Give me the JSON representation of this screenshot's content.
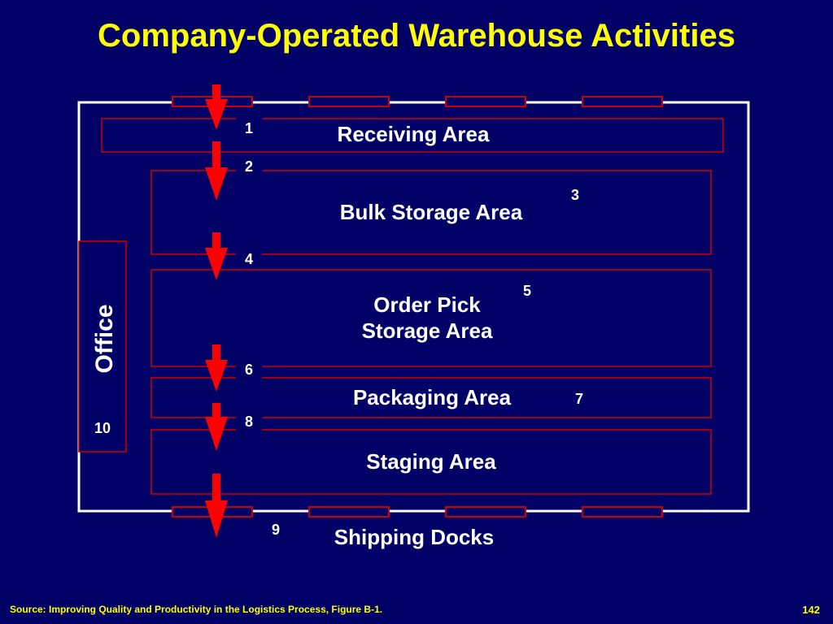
{
  "title": "Company-Operated Warehouse Activities",
  "areas": {
    "receiving": "Receiving Area",
    "bulk": "Bulk Storage Area",
    "order_pick_line1": "Order Pick",
    "order_pick_line2": "Storage Area",
    "packaging": "Packaging Area",
    "staging": "Staging Area",
    "shipping": "Shipping Docks",
    "office": "Office"
  },
  "steps": [
    "1",
    "2",
    "3",
    "4",
    "5",
    "6",
    "7",
    "8",
    "9",
    "10"
  ],
  "footer": {
    "source": "Source:  Improving Quality and Productivity in the Logistics Process, Figure B-1.",
    "page": "142"
  },
  "colors": {
    "background": "#000066",
    "title": "#ffff00",
    "outline": "#ffffff",
    "area_border": "#cc0000",
    "arrow": "#ff0000"
  }
}
